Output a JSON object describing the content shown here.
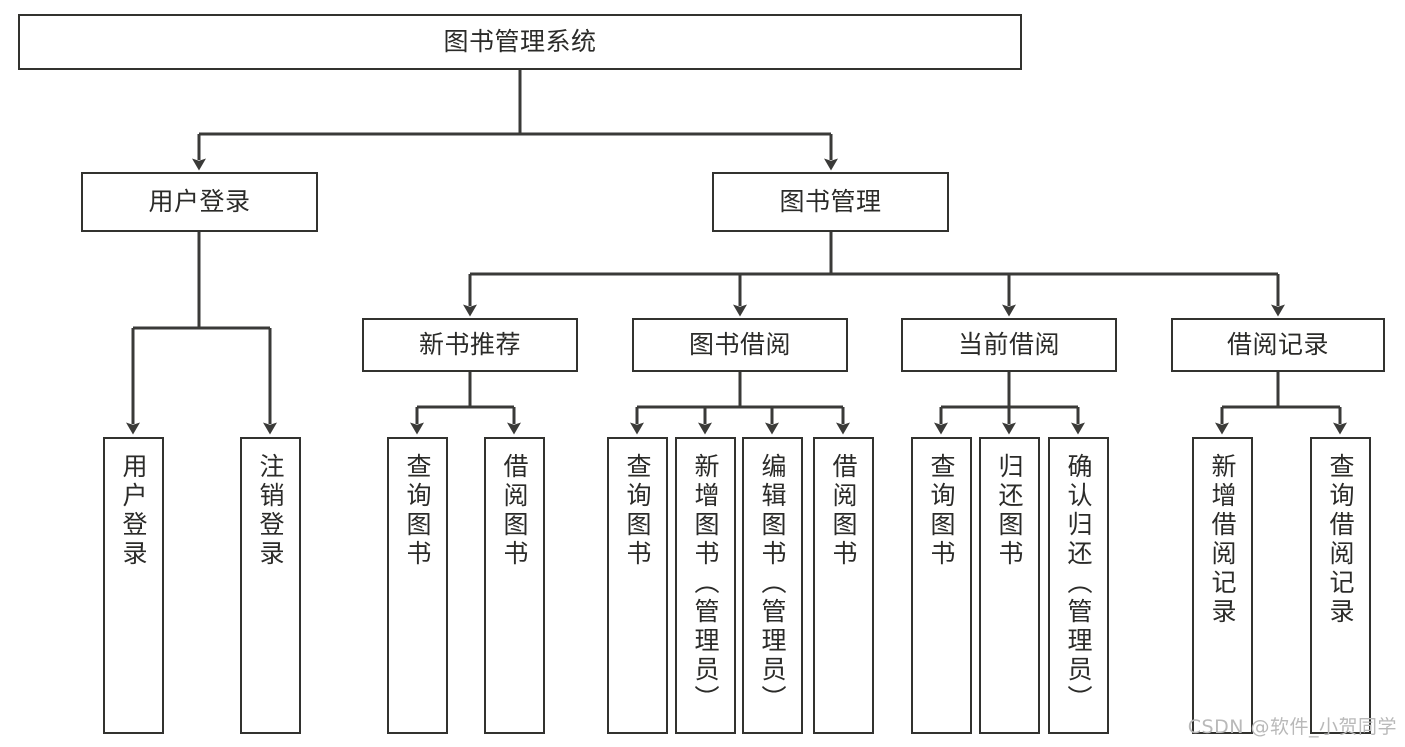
{
  "diagram": {
    "title": "图书管理系统",
    "type": "tree",
    "style": {
      "border_color": "#32322f",
      "fill_color": "#ffffff",
      "text_color": "#2b2b29",
      "connector_color": "#3a3a38",
      "watermark_color": "#b9b9b9"
    },
    "watermark": "CSDN @软件_小贺同学",
    "nodes": {
      "root": {
        "label": "图书管理系统"
      },
      "level2": [
        {
          "id": "user-login",
          "label": "用户登录"
        },
        {
          "id": "book-manage",
          "label": "图书管理"
        }
      ],
      "level3": [
        {
          "id": "new-book-recommend",
          "label": "新书推荐"
        },
        {
          "id": "book-borrow",
          "label": "图书借阅"
        },
        {
          "id": "current-borrow",
          "label": "当前借阅"
        },
        {
          "id": "borrow-record",
          "label": "借阅记录"
        }
      ],
      "leaves": {
        "user_login": [
          {
            "id": "leaf-user-login",
            "label": "用户登录"
          },
          {
            "id": "leaf-logout-login",
            "label": "注销登录"
          }
        ],
        "new_book_recommend": [
          {
            "id": "leaf-query-book-1",
            "label": "查询图书"
          },
          {
            "id": "leaf-borrow-book-1",
            "label": "借阅图书"
          }
        ],
        "book_borrow": [
          {
            "id": "leaf-query-book-2",
            "label": "查询图书"
          },
          {
            "id": "leaf-add-book",
            "label": "新增图书（管理员）"
          },
          {
            "id": "leaf-edit-book",
            "label": "编辑图书（管理员）"
          },
          {
            "id": "leaf-borrow-book-2",
            "label": "借阅图书"
          }
        ],
        "current_borrow": [
          {
            "id": "leaf-query-book-3",
            "label": "查询图书"
          },
          {
            "id": "leaf-return-book",
            "label": "归还图书"
          },
          {
            "id": "leaf-confirm-return",
            "label": "确认归还（管理员）"
          }
        ],
        "borrow_record": [
          {
            "id": "leaf-add-record",
            "label": "新增借阅记录"
          },
          {
            "id": "leaf-query-record",
            "label": "查询借阅记录"
          }
        ]
      }
    }
  }
}
